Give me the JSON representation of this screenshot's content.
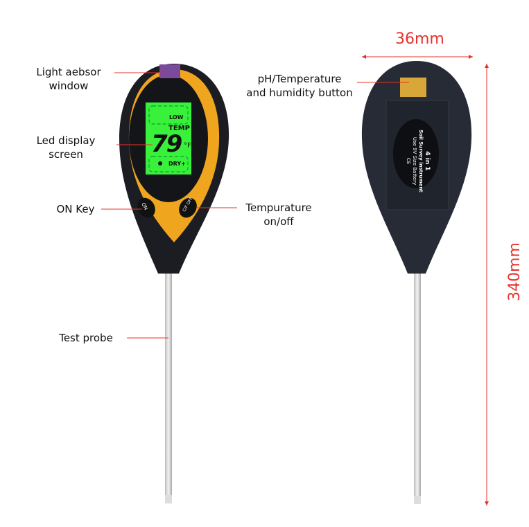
{
  "labels": {
    "light_window": [
      "Light aebsor",
      "window"
    ],
    "led_display": [
      "Led display",
      "screen"
    ],
    "on_key": "ON Key",
    "temp_onoff": [
      "Tempurature",
      "on/off"
    ],
    "test_probe": "Test probe",
    "ph_button": [
      "pH/Temperature",
      "and humidity button"
    ]
  },
  "dimensions": {
    "width": "36mm",
    "length": "340mm"
  },
  "screen": {
    "low": "LOW",
    "temp": "TEMP",
    "value": "79",
    "unit": "°F",
    "dry": "DRY+"
  },
  "buttons": {
    "on": "ON",
    "off": "C/F OFF"
  },
  "back_label": [
    "4 in 1",
    "Soil Survey instrument",
    "Use 9V Size Battery",
    "CE"
  ],
  "colors": {
    "accent": "#e8322d",
    "body": "#1b1d22",
    "ring": "#f0a51f",
    "lcd": "#39f03a"
  }
}
